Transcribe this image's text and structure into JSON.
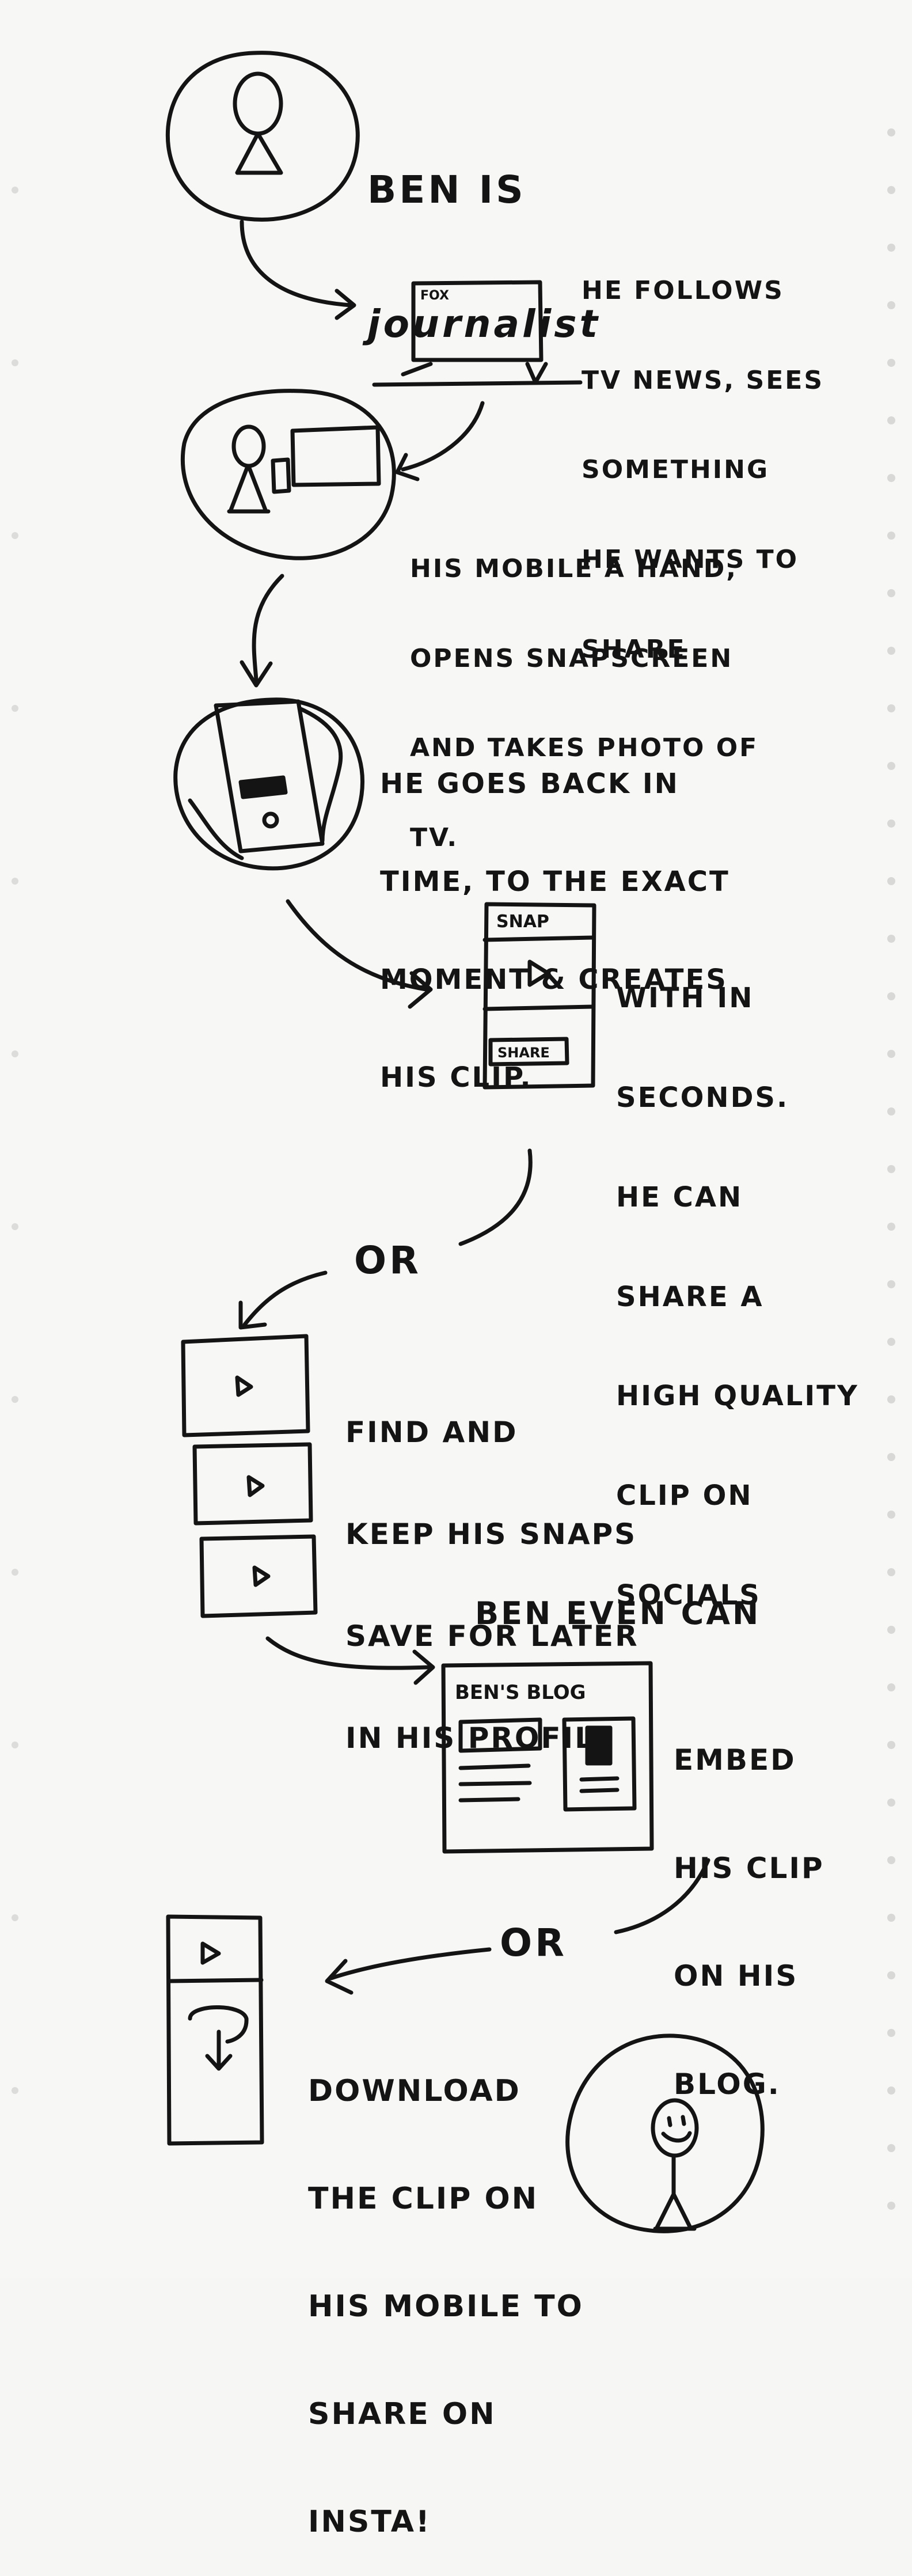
{
  "steps": [
    {
      "id": "intro",
      "lines": [
        "BEN IS",
        "journalist"
      ]
    },
    {
      "id": "follows-tv",
      "lines": [
        "HE FOLLOWS",
        "TV NEWS, SEES",
        "SOMETHING",
        "HE WANTS TO",
        "SHARE"
      ]
    },
    {
      "id": "takes-photo",
      "lines": [
        "HIS MOBILE A HAND,",
        "OPENS SNAPSCREEN",
        "AND TAKES PHOTO OF",
        "TV."
      ]
    },
    {
      "id": "back-in-time",
      "lines": [
        "HE GOES BACK IN",
        "TIME, TO THE EXACT",
        "MOMENT & CREATES",
        "HIS CLIP."
      ]
    },
    {
      "id": "share-socials",
      "lines": [
        "WITH IN",
        "SECONDS.",
        "HE CAN",
        "SHARE A",
        "HIGH QUALITY",
        "CLIP ON",
        "SOCIALS"
      ]
    },
    {
      "id": "keep-snaps",
      "lines": [
        "FIND AND",
        "KEEP HIS SNAPS",
        "SAVE FOR LATER",
        "IN HIS PROFILE"
      ]
    },
    {
      "id": "embed-lead",
      "lines": [
        "BEN EVEN CAN"
      ]
    },
    {
      "id": "embed-blog",
      "lines": [
        "EMBED",
        "HIS CLIP",
        "ON HIS",
        "BLOG."
      ]
    },
    {
      "id": "download",
      "lines": [
        "DOWNLOAD",
        "THE CLIP ON",
        "HIS MOBILE TO",
        "SHARE ON",
        "INSTA!"
      ]
    }
  ],
  "connectors": {
    "or_1": "OR",
    "or_2": "OR"
  },
  "sketch_labels": {
    "tv_label": "FOX",
    "phone_header": "SNAP",
    "phone_button": "SHARE",
    "blog_title": "BEN'S BLOG"
  }
}
